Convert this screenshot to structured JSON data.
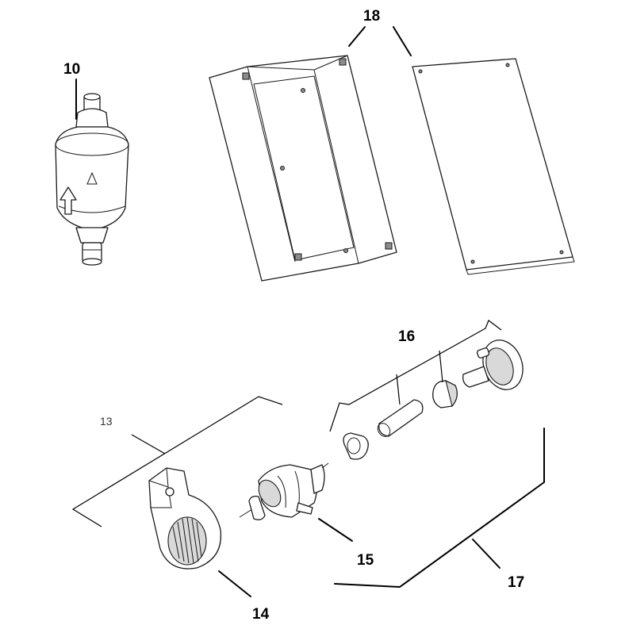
{
  "callouts": {
    "c10": "10",
    "c18": "18",
    "c16": "16",
    "c13": "13",
    "c15": "15",
    "c14": "14",
    "c17": "17"
  },
  "colors": {
    "line": "#1a1a1a",
    "shade": "#d9d9d9",
    "background": "#ffffff"
  }
}
